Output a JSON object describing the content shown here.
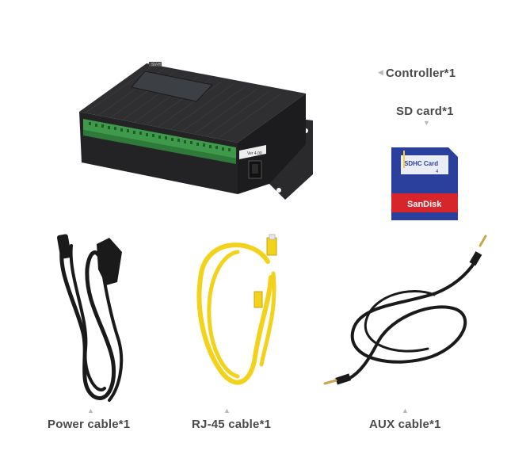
{
  "items": {
    "controller": "Controller*1",
    "sd_card": "SD card*1",
    "power_cable": "Power cable*1",
    "rj45_cable": "RJ-45 cable*1",
    "aux_cable": "AUX cable*1"
  },
  "sd_card_print": {
    "type": "SDHC Card",
    "brand": "SanDisk"
  },
  "device_print": {
    "top_tag": "SV-HT",
    "panel_tag": "Ver 4.00"
  },
  "colors": {
    "controller_body": "#2b2b2d",
    "terminal_green": "#3e9a4a",
    "sd_blue": "#2b3f9c",
    "sd_red": "#d7262b",
    "rj45_yellow": "#f2d21a",
    "cable_black": "#1a1a1a",
    "label_gray": "#4a4a4a"
  }
}
